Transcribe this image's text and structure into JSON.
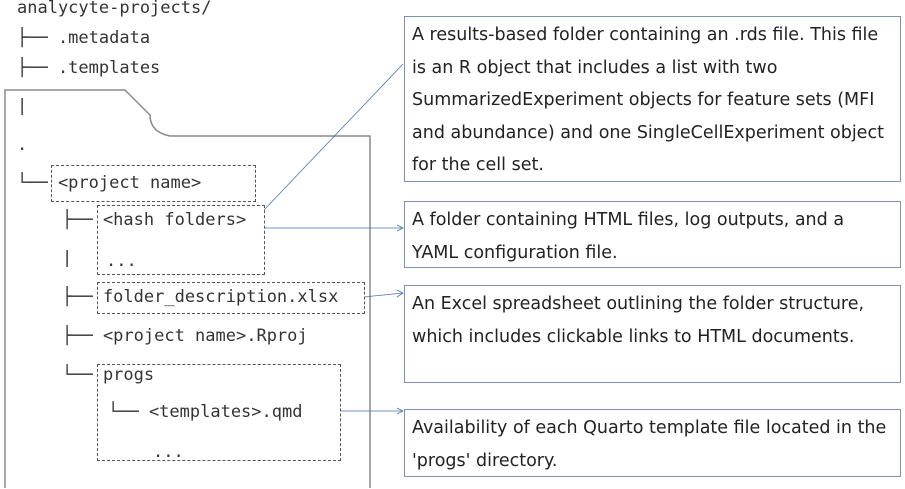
{
  "tree": {
    "root": "analycyte-projects/",
    "metadata": "├── .metadata",
    "templates": "├── .templates",
    "pipe1": "|",
    "dot": ".",
    "project": "└── <project name>",
    "hash": "├── <hash folders>",
    "pipe2": "|",
    "ellipsis1": "...",
    "desc": "├── folder_description.xlsx",
    "rproj": "├── <project name>.Rproj",
    "progs": "└── progs",
    "qmd": "└── <templates>.qmd",
    "ellipsis2": "..."
  },
  "notes": {
    "results": "A results-based folder containing an .rds file. This file is an R object that includes a list with two SummarizedExperiment objects for feature sets (MFI and abundance) and one SingleCellExperiment object for the cell set.",
    "hash": "A folder containing HTML files, log outputs, and a YAML configuration file.",
    "excel": "An Excel spreadsheet outlining the folder structure, which includes clickable links to HTML documents.",
    "quarto": "Availability of each Quarto template file located in the 'progs' directory."
  },
  "colors": {
    "connector": "#4a72b0",
    "note_border": "#7c93b4",
    "folder_outline": "#8a8a8a"
  }
}
